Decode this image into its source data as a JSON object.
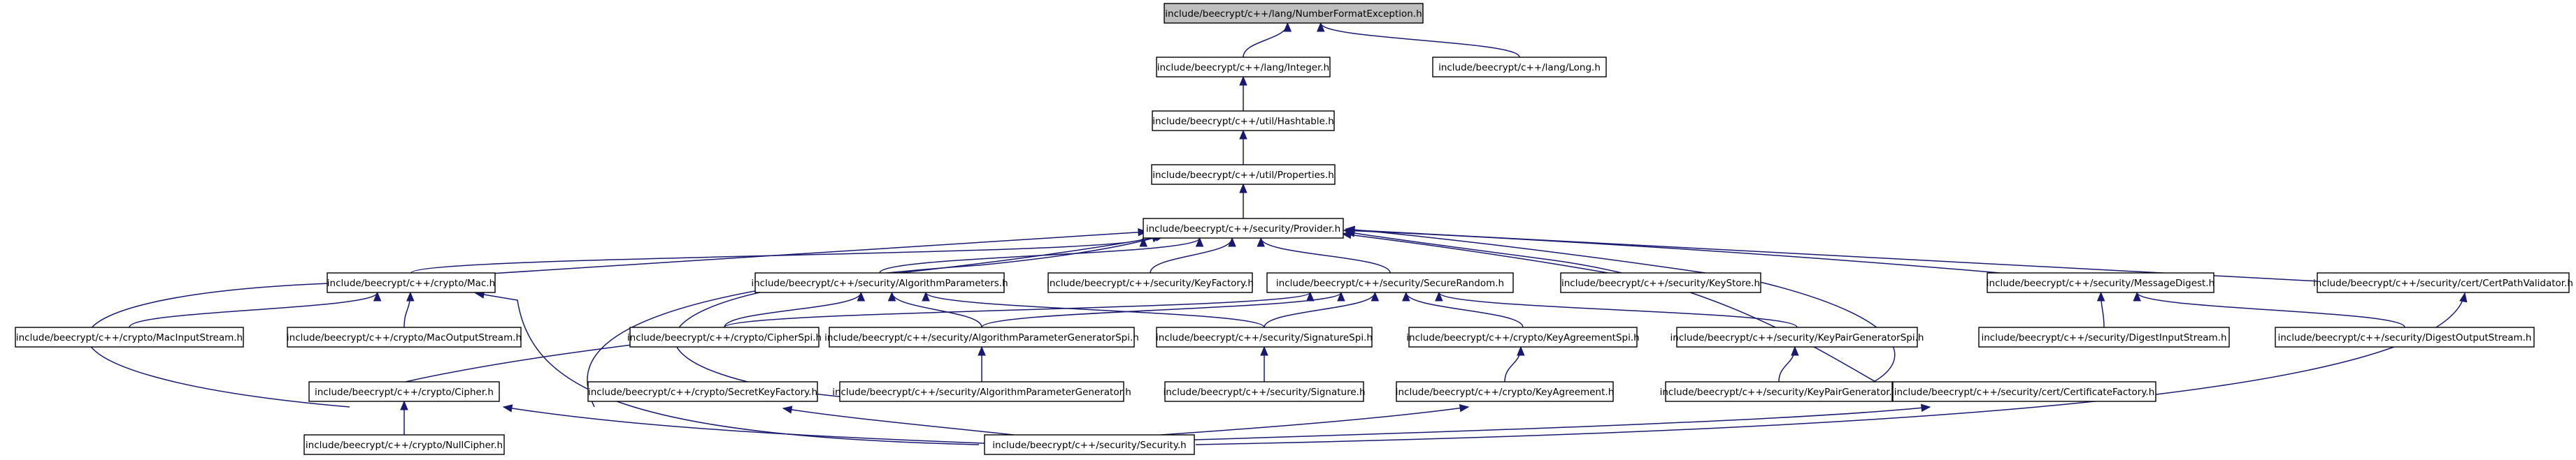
{
  "diagram": {
    "type": "include-dependency-graph",
    "nodes": [
      {
        "id": "nfe",
        "label": "include/beecrypt/c++/lang/NumberFormatException.h",
        "root": true
      },
      {
        "id": "integer",
        "label": "include/beecrypt/c++/lang/Integer.h"
      },
      {
        "id": "long",
        "label": "include/beecrypt/c++/lang/Long.h"
      },
      {
        "id": "hashtable",
        "label": "include/beecrypt/c++/util/Hashtable.h"
      },
      {
        "id": "properties",
        "label": "include/beecrypt/c++/util/Properties.h"
      },
      {
        "id": "provider",
        "label": "include/beecrypt/c++/security/Provider.h"
      },
      {
        "id": "mac",
        "label": "include/beecrypt/c++/crypto/Mac.h"
      },
      {
        "id": "algparams",
        "label": "include/beecrypt/c++/security/AlgorithmParameters.h"
      },
      {
        "id": "keyfactory",
        "label": "include/beecrypt/c++/security/KeyFactory.h"
      },
      {
        "id": "securerandom",
        "label": "include/beecrypt/c++/security/SecureRandom.h"
      },
      {
        "id": "keystore",
        "label": "include/beecrypt/c++/security/KeyStore.h"
      },
      {
        "id": "messagedigest",
        "label": "include/beecrypt/c++/security/MessageDigest.h"
      },
      {
        "id": "certpathvalidator",
        "label": "include/beecrypt/c++/security/cert/CertPathValidator.h"
      },
      {
        "id": "macinputstream",
        "label": "include/beecrypt/c++/crypto/MacInputStream.h"
      },
      {
        "id": "macoutputstream",
        "label": "include/beecrypt/c++/crypto/MacOutputStream.h"
      },
      {
        "id": "cipherspi",
        "label": "include/beecrypt/c++/crypto/CipherSpi.h"
      },
      {
        "id": "algparamgenspi",
        "label": "include/beecrypt/c++/security/AlgorithmParameterGeneratorSpi.h"
      },
      {
        "id": "signaturespi",
        "label": "include/beecrypt/c++/security/SignatureSpi.h"
      },
      {
        "id": "keyagreementspi",
        "label": "include/beecrypt/c++/crypto/KeyAgreementSpi.h"
      },
      {
        "id": "keypairgenspi",
        "label": "include/beecrypt/c++/security/KeyPairGeneratorSpi.h"
      },
      {
        "id": "digestinputstream",
        "label": "include/beecrypt/c++/security/DigestInputStream.h"
      },
      {
        "id": "digestoutputstream",
        "label": "include/beecrypt/c++/security/DigestOutputStream.h"
      },
      {
        "id": "cipher",
        "label": "include/beecrypt/c++/crypto/Cipher.h"
      },
      {
        "id": "secretkeyfactory",
        "label": "include/beecrypt/c++/crypto/SecretKeyFactory.h"
      },
      {
        "id": "algparamgen",
        "label": "include/beecrypt/c++/security/AlgorithmParameterGenerator.h"
      },
      {
        "id": "signature",
        "label": "include/beecrypt/c++/security/Signature.h"
      },
      {
        "id": "keyagreement",
        "label": "include/beecrypt/c++/crypto/KeyAgreement.h"
      },
      {
        "id": "keypairgenerator",
        "label": "include/beecrypt/c++/security/KeyPairGenerator.h"
      },
      {
        "id": "certificatefactory",
        "label": "include/beecrypt/c++/security/cert/CertificateFactory.h"
      },
      {
        "id": "nullcipher",
        "label": "include/beecrypt/c++/crypto/NullCipher.h"
      },
      {
        "id": "security",
        "label": "include/beecrypt/c++/security/Security.h"
      }
    ],
    "edges": [
      {
        "from": "integer",
        "to": "nfe"
      },
      {
        "from": "long",
        "to": "nfe"
      },
      {
        "from": "hashtable",
        "to": "integer"
      },
      {
        "from": "properties",
        "to": "hashtable"
      },
      {
        "from": "provider",
        "to": "properties"
      },
      {
        "from": "mac",
        "to": "provider"
      },
      {
        "from": "algparams",
        "to": "provider"
      },
      {
        "from": "keyfactory",
        "to": "provider"
      },
      {
        "from": "securerandom",
        "to": "provider"
      },
      {
        "from": "keystore",
        "to": "provider"
      },
      {
        "from": "messagedigest",
        "to": "provider"
      },
      {
        "from": "certpathvalidator",
        "to": "provider"
      },
      {
        "from": "cipher",
        "to": "provider"
      },
      {
        "from": "secretkeyfactory",
        "to": "provider"
      },
      {
        "from": "algparamgen",
        "to": "provider"
      },
      {
        "from": "keypairgenerator",
        "to": "provider"
      },
      {
        "from": "certificatefactory",
        "to": "provider"
      },
      {
        "from": "macinputstream",
        "to": "mac"
      },
      {
        "from": "macoutputstream",
        "to": "mac"
      },
      {
        "from": "security",
        "to": "mac"
      },
      {
        "from": "cipherspi",
        "to": "algparams"
      },
      {
        "from": "algparamgenspi",
        "to": "algparams"
      },
      {
        "from": "signaturespi",
        "to": "algparams"
      },
      {
        "from": "cipherspi",
        "to": "securerandom"
      },
      {
        "from": "algparamgenspi",
        "to": "securerandom"
      },
      {
        "from": "signaturespi",
        "to": "securerandom"
      },
      {
        "from": "keyagreementspi",
        "to": "securerandom"
      },
      {
        "from": "keypairgenspi",
        "to": "securerandom"
      },
      {
        "from": "digestinputstream",
        "to": "messagedigest"
      },
      {
        "from": "digestoutputstream",
        "to": "messagedigest"
      },
      {
        "from": "security",
        "to": "certpathvalidator"
      },
      {
        "from": "cipher",
        "to": "cipherspi"
      },
      {
        "from": "algparamgen",
        "to": "algparamgenspi"
      },
      {
        "from": "signature",
        "to": "signaturespi"
      },
      {
        "from": "keyagreement",
        "to": "keyagreementspi"
      },
      {
        "from": "keypairgenerator",
        "to": "keypairgenspi"
      },
      {
        "from": "nullcipher",
        "to": "cipher"
      },
      {
        "from": "security",
        "to": "cipher"
      },
      {
        "from": "security",
        "to": "secretkeyfactory"
      },
      {
        "from": "security",
        "to": "keyagreement"
      },
      {
        "from": "security",
        "to": "certificatefactory"
      }
    ]
  }
}
